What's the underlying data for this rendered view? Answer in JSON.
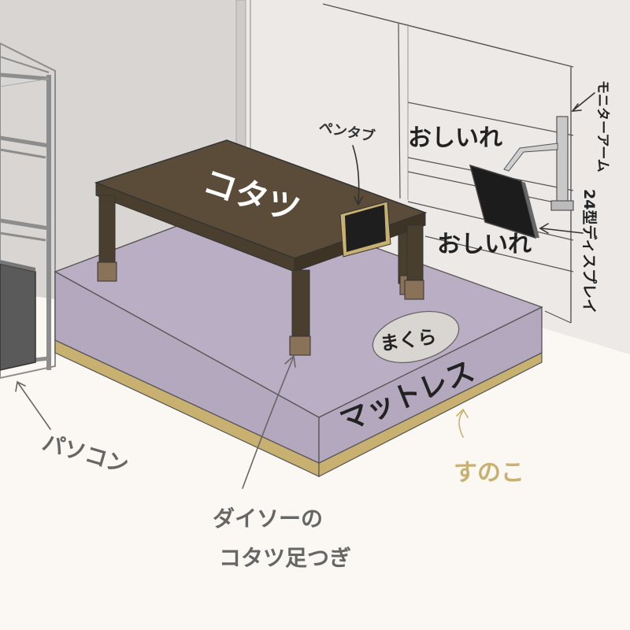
{
  "labels": {
    "kotatsu": "コタツ",
    "pentab": "ペンタブ",
    "oshiire_top": "おしいれ",
    "oshiire_bottom": "おしいれ",
    "monitor_arm": "モニターアーム",
    "display": "24型ディスプレイ",
    "makura": "まくら",
    "mattress": "マットレス",
    "sunoko": "すのこ",
    "pasokon": "パソコン",
    "daiso_line1": "ダイソーの",
    "daiso_line2": "コタツ足つぎ"
  },
  "colors": {
    "floor": "#fbf8f3",
    "wall_left": "#d9d5d2",
    "wall_right": "#ede9e6",
    "mattress": "#b9aec3",
    "sunoko": "#c8b070",
    "table_top": "#5a4c38",
    "table_leg": "#4a3f2f",
    "leg_cap": "#8a7258",
    "tablet": "#1e1e1e",
    "shelf": "#8d8d8d",
    "pc": "#5a5a5a",
    "pillow": "#d9d5d0",
    "annotation_gray": "#666666",
    "annotation_gold": "#c8b070"
  },
  "icons": {
    "monitor_arm": "monitor-arm-icon",
    "display": "monitor-icon",
    "pc": "desktop-pc-icon",
    "shelf": "metal-rack-icon"
  }
}
